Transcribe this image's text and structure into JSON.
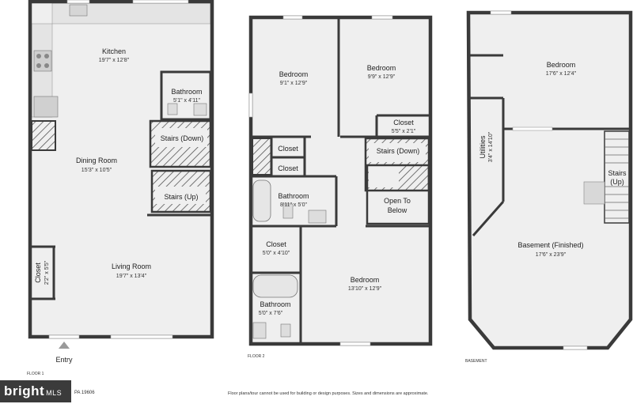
{
  "floors": {
    "floor1": {
      "label": "FLOOR 1",
      "rooms": {
        "kitchen": {
          "name": "Kitchen",
          "dim": "19'7\" x 12'8\""
        },
        "bathroom": {
          "name": "Bathroom",
          "dim": "5'1\" x 4'11\""
        },
        "stairs_down": {
          "name": "Stairs (Down)"
        },
        "dining": {
          "name": "Dining Room",
          "dim": "15'3\" x 10'5\""
        },
        "stairs_up": {
          "name": "Stairs (Up)"
        },
        "closet": {
          "name": "Closet",
          "dim": "2'2\" x 5'5\""
        },
        "living": {
          "name": "Living Room",
          "dim": "19'7\" x 13'4\""
        }
      },
      "entry": "Entry"
    },
    "floor2": {
      "label": "FLOOR 2",
      "rooms": {
        "bedroom1": {
          "name": "Bedroom",
          "dim": "9'1\" x 12'9\""
        },
        "bedroom2": {
          "name": "Bedroom",
          "dim": "9'9\" x 12'9\""
        },
        "closet_a": {
          "name": "Closet",
          "dim": "5'5\" x 2'1\""
        },
        "closet_b": {
          "name": "Closet"
        },
        "closet_c": {
          "name": "Closet"
        },
        "stairs_down": {
          "name": "Stairs (Down)"
        },
        "bathroom1": {
          "name": "Bathroom",
          "dim": "8'11\" x 5'0\""
        },
        "open_below_1": {
          "name": "Open To"
        },
        "open_below_2": {
          "name": "Below"
        },
        "closet_d": {
          "name": "Closet",
          "dim": "5'0\" x 4'10\""
        },
        "bedroom3": {
          "name": "Bedroom",
          "dim": "13'10\" x 12'9\""
        },
        "bathroom2": {
          "name": "Bathroom",
          "dim": "5'0\" x 7'6\""
        }
      }
    },
    "basement": {
      "label": "BASEMENT",
      "rooms": {
        "bedroom": {
          "name": "Bedroom",
          "dim": "17'6\" x 12'4\""
        },
        "utilities": {
          "name": "Utilities",
          "dim": "3'4\" x 14'10\""
        },
        "stairs_up_1": {
          "name": "Stairs"
        },
        "stairs_up_2": {
          "name": "(Up)"
        },
        "basement": {
          "name": "Basement (Finished)",
          "dim": "17'6\" x 23'9\""
        }
      }
    }
  },
  "footer": {
    "brand": "bright",
    "brand_suffix": "MLS",
    "zip": "PA 19606",
    "disclaimer": "Floor plans/tour cannot be used for building or design purposes. Sizes and dimensions are approximate."
  },
  "colors": {
    "wall": "#3a3a3a",
    "floor": "#efefef",
    "hatch": "#555555"
  }
}
